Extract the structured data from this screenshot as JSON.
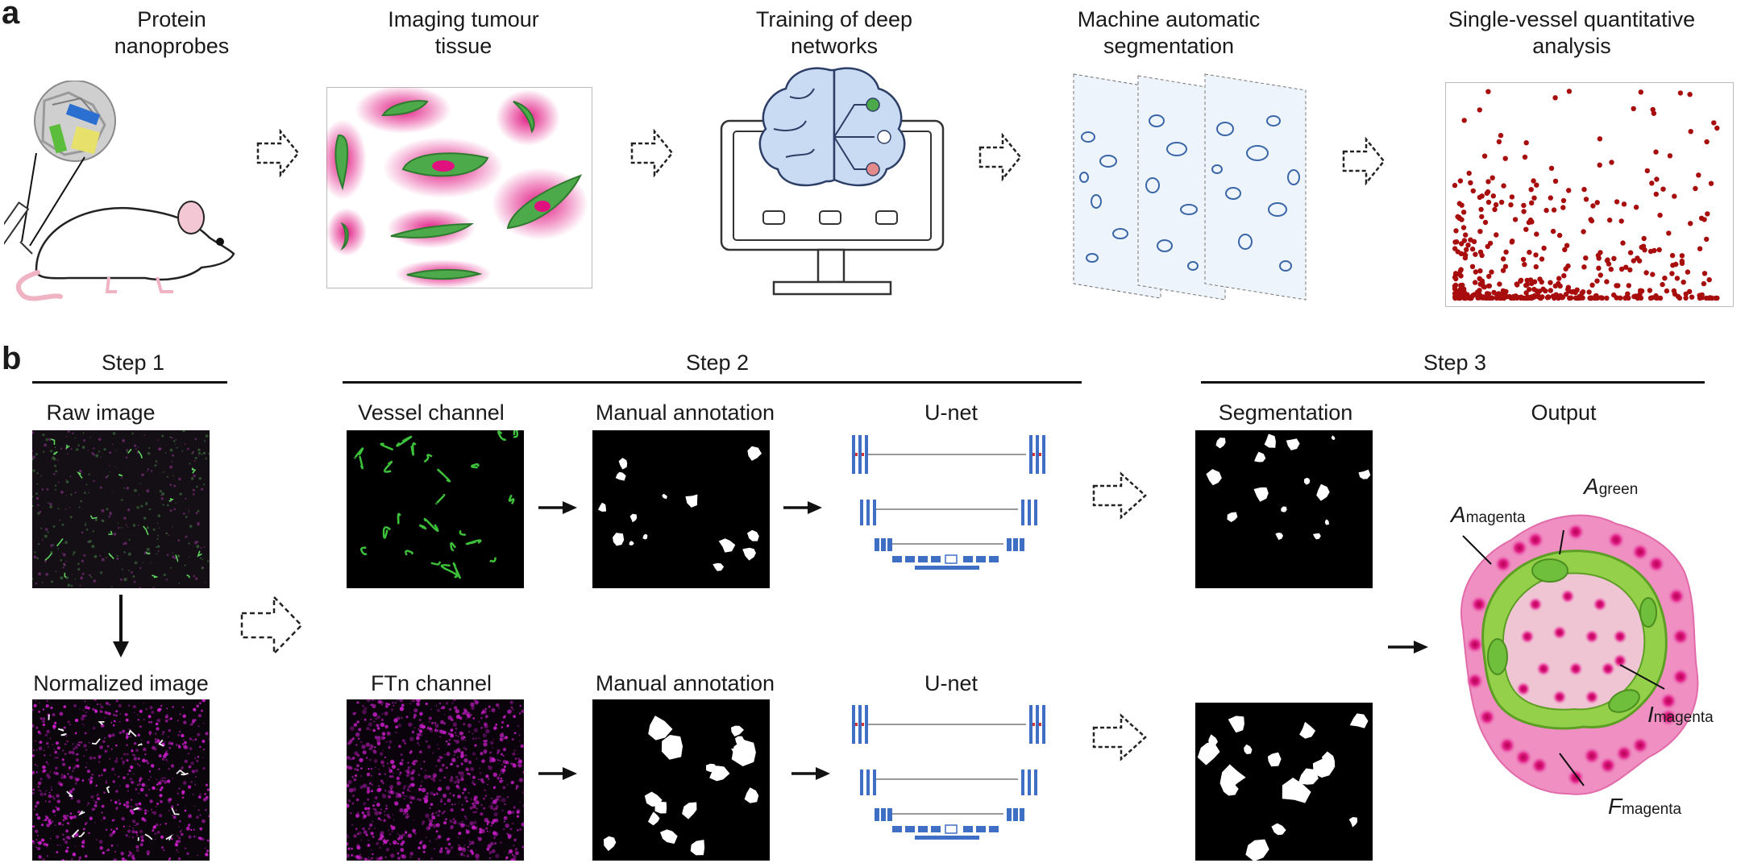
{
  "panel_a": {
    "letter": "a",
    "stages": [
      {
        "title_line1": "Protein",
        "title_line2": "nanoprobes"
      },
      {
        "title_line1": "Imaging tumour",
        "title_line2": "tissue"
      },
      {
        "title_line1": "Training of deep",
        "title_line2": "networks"
      },
      {
        "title_line1": "Machine automatic",
        "title_line2": "segmentation"
      },
      {
        "title_line1": "Single-vessel quantitative",
        "title_line2": "analysis"
      }
    ]
  },
  "panel_b": {
    "letter": "b",
    "steps": [
      "Step 1",
      "Step 2",
      "Step 3"
    ],
    "step1": {
      "raw": "Raw image",
      "normalized": "Normalized image"
    },
    "step2": {
      "vessel_channel": "Vessel channel",
      "ftn_channel": "FTn channel",
      "manual_annotation_top": "Manual annotation",
      "manual_annotation_bottom": "Manual annotation",
      "unet_top": "U-net",
      "unet_bottom": "U-net"
    },
    "step3": {
      "segmentation": "Segmentation",
      "output": "Output",
      "labels": {
        "a_green_main": "A",
        "a_green_sub": "green",
        "a_magenta_main": "A",
        "a_magenta_sub": "magenta",
        "i_magenta_main": "I",
        "i_magenta_sub": "magenta",
        "f_magenta_main": "F",
        "f_magenta_sub": "magenta"
      }
    }
  },
  "colors": {
    "vessel_green": "#4caa4a",
    "magenta": "#e0117f",
    "unet_blue": "#3f6fc4",
    "scatter_red": "#a80d0d",
    "brain_blue": "#c9dbf2"
  }
}
